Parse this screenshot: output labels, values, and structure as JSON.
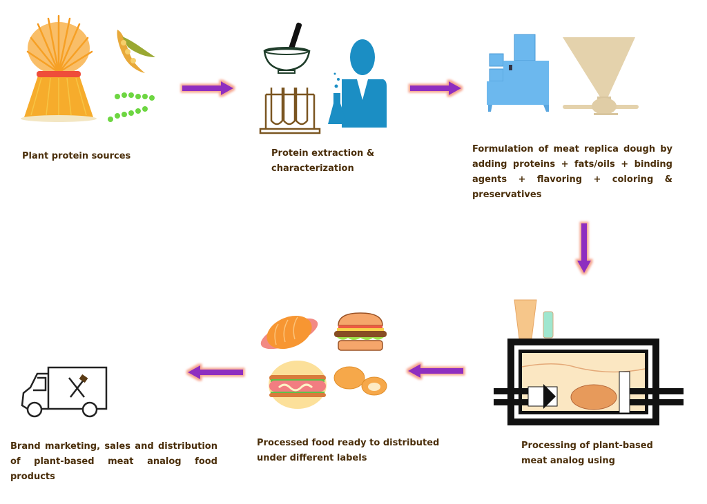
{
  "diagram": {
    "type": "process-flow",
    "colors": {
      "arrow": "#8e2fc0",
      "arrow_glow": "#f6a48e",
      "text": "#4a2e0a"
    },
    "steps": [
      {
        "id": 1,
        "label": "Plant protein sources",
        "icon": "wheat-soybean-pea-icon"
      },
      {
        "id": 2,
        "label": "Protein extraction & characterization",
        "icon": "mortar-testtube-scientist-icon"
      },
      {
        "id": 3,
        "label": "Formulation of meat replica dough by adding proteins + fats/oils + binding agents + flavoring + coloring & preservatives",
        "icon": "mixer-extruder-machine-icon"
      },
      {
        "id": 4,
        "label": "Processing of plant-based meat analog using",
        "icon": "extrusion-chamber-icon"
      },
      {
        "id": 5,
        "label": "Processed food ready to distributed under different labels",
        "icon": "food-products-icon"
      },
      {
        "id": 6,
        "label": "Brand marketing, sales and distribution of plant-based meat analog food products",
        "icon": "delivery-truck-icon"
      }
    ],
    "arrows": [
      {
        "from": 1,
        "to": 2,
        "direction": "right"
      },
      {
        "from": 2,
        "to": 3,
        "direction": "right"
      },
      {
        "from": 3,
        "to": 4,
        "direction": "down"
      },
      {
        "from": 4,
        "to": 5,
        "direction": "left"
      },
      {
        "from": 5,
        "to": 6,
        "direction": "left"
      }
    ]
  }
}
